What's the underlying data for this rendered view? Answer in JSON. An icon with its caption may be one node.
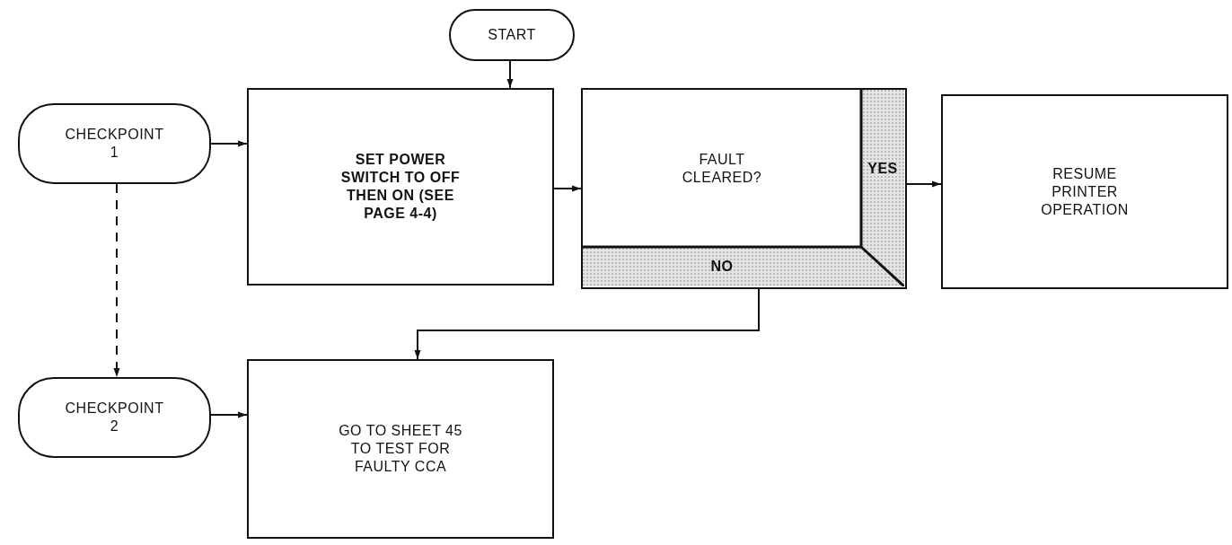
{
  "diagram": {
    "nodes": [
      {
        "text": [
          "START"
        ]
      },
      {
        "text": [
          "CHECKPOINT 1"
        ]
      },
      {
        "text": [
          "SET POWER SWITCH TO OFF THEN ON (SEE PAGE 4-4)"
        ]
      },
      {
        "text": [
          "FAULT CLEARED?",
          "YES",
          "NO"
        ]
      },
      {
        "text": [
          "RESUME PRINTER OPERATION"
        ]
      },
      {
        "text": [
          "CHECKPOINT 2"
        ]
      },
      {
        "text": [
          "GO TO SHEET 45 TO TEST FOR FAULTY CCA"
        ]
      }
    ],
    "edges": [
      {
        "from": 0,
        "to": 2,
        "arrow": "to"
      },
      {
        "from": 1,
        "to": 2,
        "arrow": "to"
      },
      {
        "from": 2,
        "to": 3,
        "arrow": "to"
      },
      {
        "from": 3,
        "to": 4,
        "arrow": "to"
      },
      {
        "from": 3,
        "to": 6,
        "arrow": "to"
      },
      {
        "from": 1,
        "to": 5,
        "arrow": "to",
        "style": "dashed"
      },
      {
        "from": 5,
        "to": 6,
        "arrow": "to"
      }
    ]
  }
}
